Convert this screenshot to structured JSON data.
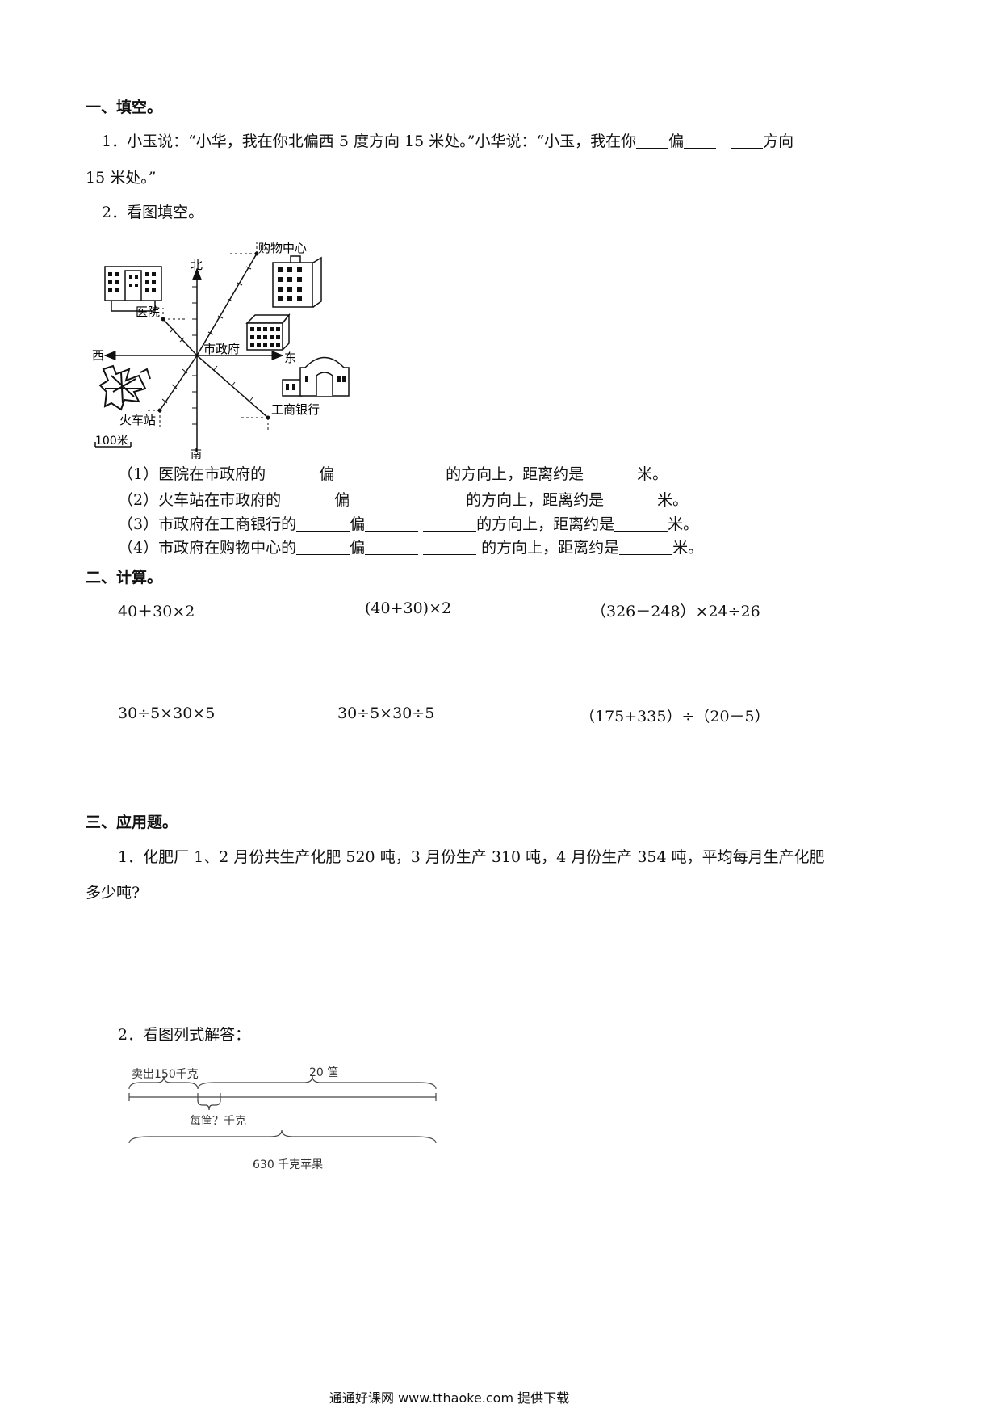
{
  "section1": {
    "title": "一、填空。",
    "q1_a": "1．小玉说：“小华，我在你北偏西 5 度方向 15 米处。”小华说：“小玉，我在你",
    "q1_pian": "偏",
    "q1_fx": "方向",
    "q1_b": "15 米处。”",
    "q2": "2．看图填空。",
    "map": {
      "north": "北",
      "south": "南",
      "east": "东",
      "west": "西",
      "center": "市政府",
      "hospital": "医院",
      "mall": "购物中心",
      "station": "火车站",
      "bank": "工商银行",
      "scale": "100米"
    },
    "subs": [
      {
        "pre": "（1）医院在市政府的",
        "pian": "偏",
        "post": "的方向上，距离约是",
        "mi": "米。"
      },
      {
        "pre": "（2）火车站在市政府的",
        "pian": "偏",
        "post": "的方向上，距离约是",
        "mi": "米。"
      },
      {
        "pre": "（3）市政府在工商银行的",
        "pian": "偏",
        "post": "的方向上，距离约是",
        "mi": "米。"
      },
      {
        "pre": "（4）市政府在购物中心的",
        "pian": "偏",
        "post": "的方向上，距离约是",
        "mi": "米。"
      }
    ]
  },
  "section2": {
    "title": "二、计算。",
    "exprs": [
      "40＋30×2",
      "(40+30)×2",
      "（326－248）×24÷26",
      "30÷5×30×5",
      "30÷5×30÷5",
      "（175+335）÷（20－5）"
    ]
  },
  "section3": {
    "title": "三、应用题。",
    "q1_a": "1．化肥厂 1、2 月份共生产化肥 520 吨，3 月份生产 310 吨，4 月份生产 354 吨，平均每月生产化肥",
    "q1_b": "多少吨?",
    "q2": "2．看图列式解答：",
    "diagram": {
      "sold": "卖出150千克",
      "baskets": "20 筐",
      "per": "每筐？千克",
      "total": "630 千克苹果"
    }
  },
  "footer": "通通好课网  www.tthaoke.com  提供下载"
}
